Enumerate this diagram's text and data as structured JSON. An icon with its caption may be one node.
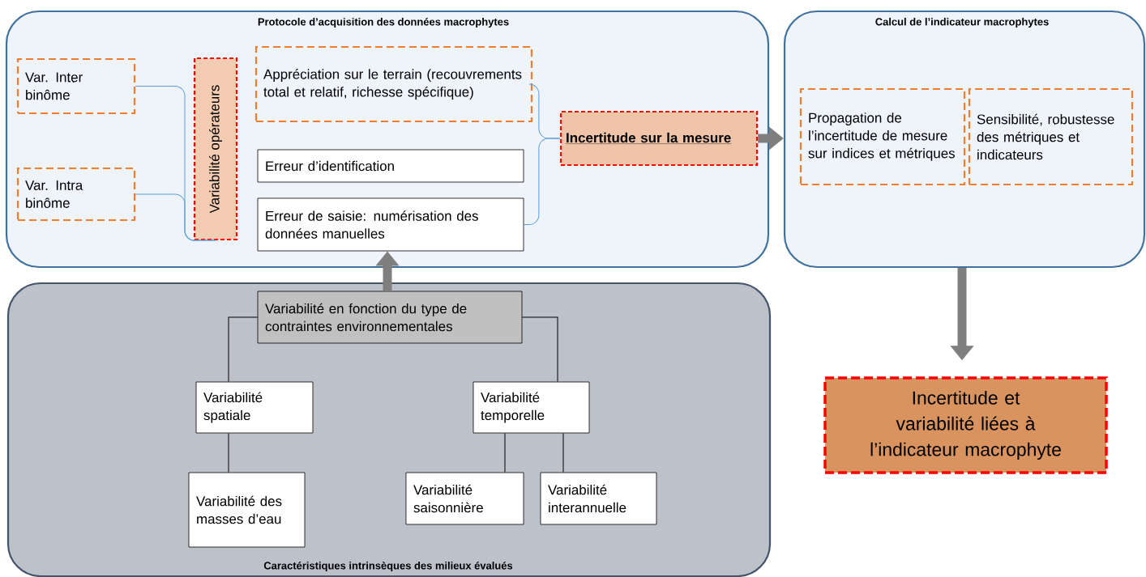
{
  "diagram": {
    "nodes": [
      {
        "text": [
          "Protocole d’acquisition des données macrophytes"
        ]
      },
      {
        "text": [
          "Var. Inter binôme"
        ],
        "in": 0
      },
      {
        "text": [
          "Var. Intra binôme"
        ],
        "in": 0
      },
      {
        "text": [
          "Variabilité opérateurs"
        ],
        "in": 0
      },
      {
        "text": [
          "Appréciation sur le terrain (recouvrements total et relatif, richesse spécifique)"
        ],
        "in": 0
      },
      {
        "text": [
          "Erreur d’identification"
        ],
        "in": 0
      },
      {
        "text": [
          "Erreur de saisie: numérisation des données manuelles"
        ],
        "in": 0
      },
      {
        "text": [
          "Incertitude sur la mesure"
        ],
        "in": 0
      },
      {
        "text": [
          "Calcul de l’indicateur macrophytes"
        ]
      },
      {
        "text": [
          "Propagation de l’incertitude de mesure sur indices et métriques"
        ],
        "in": 8
      },
      {
        "text": [
          "Sensibilité, robustesse des métriques et indicateurs"
        ],
        "in": 8
      },
      {
        "text": [
          "Caractéristiques intrinsèques des milieux évalués"
        ]
      },
      {
        "text": [
          "Variabilité en fonction du type de contraintes environnementales"
        ],
        "in": 11
      },
      {
        "text": [
          "Variabilité spatiale"
        ],
        "in": 11
      },
      {
        "text": [
          "Variabilité temporelle"
        ],
        "in": 11
      },
      {
        "text": [
          "Variabilité des masses d’eau"
        ],
        "in": 11
      },
      {
        "text": [
          "Variabilité saisonnière"
        ],
        "in": 11
      },
      {
        "text": [
          "Variabilité interannuelle"
        ],
        "in": 11
      },
      {
        "text": [
          "Incertitude et variabilité liées à l’indicateur macrophyte"
        ]
      }
    ],
    "edges": [
      {
        "from": 1,
        "to": 3,
        "arrow": "none",
        "color": "#5b9bd5"
      },
      {
        "from": 2,
        "to": 3,
        "arrow": "none",
        "color": "#5b9bd5"
      },
      {
        "from": 4,
        "to": 7,
        "arrow": "none",
        "color": "#5b9bd5"
      },
      {
        "from": 6,
        "to": 7,
        "arrow": "none",
        "color": "#5b9bd5"
      },
      {
        "from": 7,
        "to": 8,
        "arrow": "to",
        "style": "thick",
        "color": "#7f7f7f"
      },
      {
        "from": 12,
        "to": 6,
        "arrow": "to",
        "style": "thick",
        "color": "#7f7f7f"
      },
      {
        "from": 8,
        "to": 18,
        "arrow": "to",
        "style": "thick",
        "color": "#7f7f7f"
      },
      {
        "from": 12,
        "to": 13,
        "arrow": "none"
      },
      {
        "from": 12,
        "to": 14,
        "arrow": "none"
      },
      {
        "from": 13,
        "to": 15,
        "arrow": "none"
      },
      {
        "from": 14,
        "to": 16,
        "arrow": "none"
      },
      {
        "from": 14,
        "to": 17,
        "arrow": "none"
      }
    ]
  }
}
